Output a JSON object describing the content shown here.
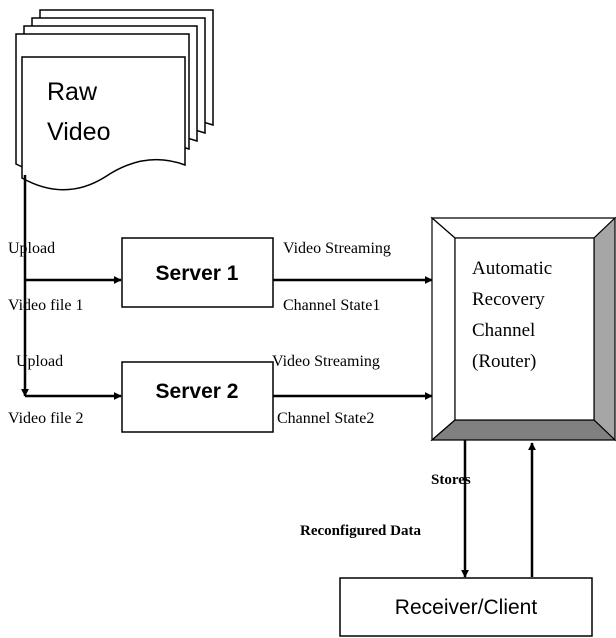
{
  "document": {
    "raw_video": {
      "line1": "Raw",
      "line2": "Video"
    },
    "server1": {
      "label": "Server 1"
    },
    "server2": {
      "label": "Server 2"
    },
    "router": {
      "line1": "Automatic",
      "line2": "Recovery",
      "line3": "Channel",
      "line4": "(Router)"
    },
    "receiver": {
      "label": "Receiver/Client"
    },
    "edges": {
      "upload1": "Upload",
      "video_file1": "Video file 1",
      "upload2": "Upload",
      "video_file2": "Video file 2",
      "streaming1": "Video Streaming",
      "channel_state1": "Channel State1",
      "streaming2": "Video Streaming",
      "channel_state2": "Channel State2",
      "stores": "Stores",
      "reconfigured": "Reconfigured Data"
    }
  }
}
